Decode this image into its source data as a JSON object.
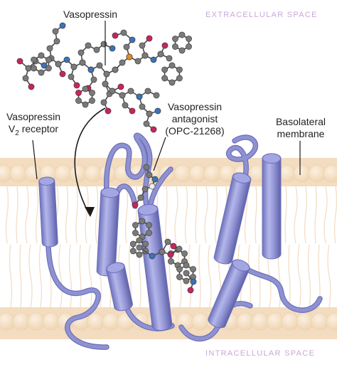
{
  "regions": {
    "top": "EXTRACELLULAR SPACE",
    "bottom": "INTRACELLULAR SPACE",
    "color": "#c8a8d8"
  },
  "labels": {
    "vasopressin": "Vasopressin",
    "receptor_line1": "Vasopressin",
    "receptor_line2_main": "V",
    "receptor_line2_sub": "2",
    "receptor_line2_rest": " receptor",
    "antagonist_line1": "Vasopressin",
    "antagonist_line2": "antagonist",
    "antagonist_line3": "(OPC-21268)",
    "membrane_line1": "Basolateral",
    "membrane_line2": "membrane"
  },
  "colors": {
    "membrane_band": "#f3dcbf",
    "lipid_head": "#f7e6cf",
    "lipid_tail": "#ffffff",
    "helix": "#8f92d2",
    "helix_dark": "#6d70b8",
    "atom_gray": "#7a7a7a",
    "atom_red": "#c8255c",
    "atom_blue": "#3a73b8",
    "atom_orange": "#e08a2c"
  },
  "icons": {
    "membrane": "lipid-bilayer-icon",
    "receptor": "helix-receptor-icon",
    "ligand": "molecule-icon",
    "binding": "curved-arrow-icon"
  }
}
